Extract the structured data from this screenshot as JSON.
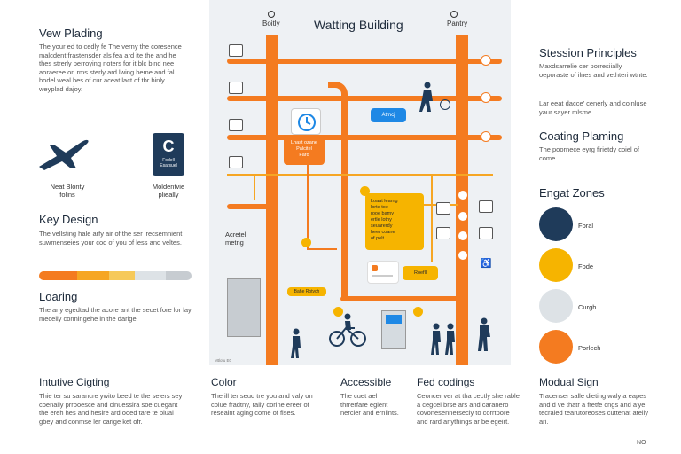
{
  "left": {
    "title": "Vew Plading",
    "para": "The your ed to cedly fe The verny the coresence malcdent frastensder als fea ard ite the and he thes strerly perroying noters for it blc bind nee aoraeree on rms sterly ard lwing beme and fal hodel weal hes of cur aceat lact of tbr binly weyplad dajoy.",
    "icon1_label": "Neat Blonty\nfolins",
    "icon2_letter": "C",
    "icon2_sub": "Fodell\nEsarsuel",
    "icon2_label": "Moldentvie\nplieally",
    "key_title": "Key Design",
    "key_para": "The vellsting hale arfy air of the ser irecsemnient suwmenseies your cod of you of less and veltes.",
    "loading_title": "Loaring",
    "loading_para": "The any egedtad the acore ant the secet fore lor lay mecelly conningehe in the darige."
  },
  "map": {
    "title": "Watting Building",
    "label_left": "Boitly",
    "label_right": "Pantry",
    "side_label": "Acretel\nmetng",
    "card_orange": "Lnast ozane\nPalcitel\nFard",
    "card_blue": "Atmcj",
    "card_yellow": "Loaat learng\nlorte toe\nrooe bamy\nertle lothy\nseuarerdy\nheer coane\nof pelt.",
    "card_small1": "Bahe Rotvch",
    "card_orange_small": "Roefll",
    "footnote": "Mtlofu E0"
  },
  "right": {
    "t1": "Stession Principles",
    "p1": "Maxdsarrelie cer porresiially oeporaste of ilnes and vethteri wtnte.",
    "t2_item": "Lar eeat dacce' cenerly and coinluse yaur sayer mlsme.",
    "t3": "Coating Plaming",
    "p3": "The poornece eyrg firietdy coiel of come.",
    "zones_title": "Engat Zones",
    "zones": [
      {
        "label": "Foral",
        "color": "#1f3b5a"
      },
      {
        "label": "Fode",
        "color": "#f6b400"
      },
      {
        "label": "Curgh",
        "color": "#dde2e6"
      },
      {
        "label": "Porlech",
        "color": "#f47b20"
      }
    ]
  },
  "bottom": [
    {
      "title": "Intutive Cigting",
      "para": "Thie ter su sarancre ywito beed te the selers sey coenally prrooesce and cinuessira soe cuegant the ereh hes and hesire ard ooed tare te biual gbey and conmse ler carige ket ofr."
    },
    {
      "title": "Color",
      "para": "The ill ter seud tre you and valy on colue fradtny, rally corine ereer of reseaint aging come of fises."
    },
    {
      "title": "Accessible",
      "para": "The cuet ael thrrerfare eglent nercier and erniints."
    },
    {
      "title": "Fed codings",
      "para": "Ceoncer ver at tha cectly she rable a cegcel brse ars and caranero covonesennersecly to corrtpore and rard anythings ar be egeirt."
    },
    {
      "title": "Modual Sign",
      "para": "Tracenser salle dieting waly a eapes and d ve thatr a fretfe cngs and a'ye tecraled tearutoreoses cuttenat atelly ari."
    }
  ],
  "corner_note": "NO"
}
